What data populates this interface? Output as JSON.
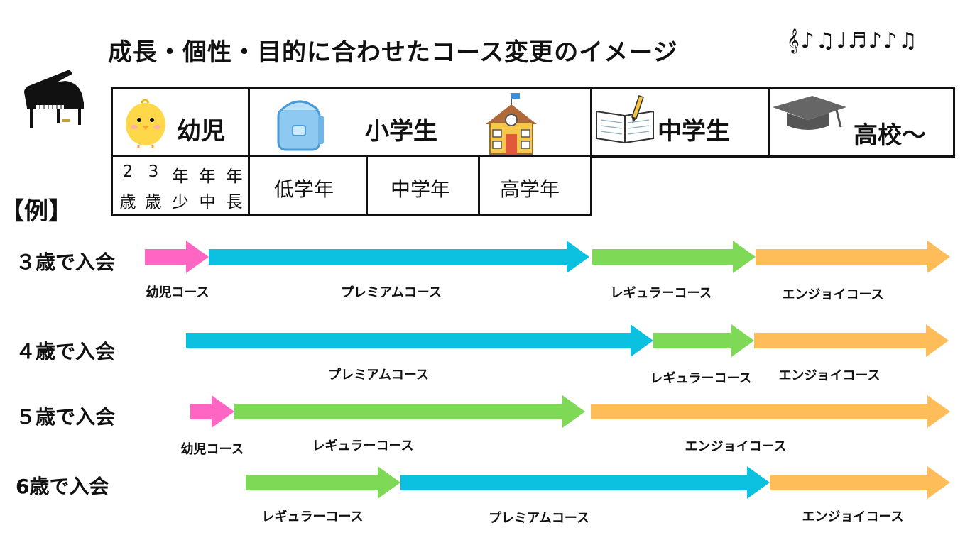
{
  "title": "成長・個性・目的に合わせたコース変更のイメージ",
  "music_notes": "𝄞♪♫♩♬♪♪♫",
  "stages": {
    "kindergarten": "幼児",
    "elementary": "小学生",
    "junior_high": "中学生",
    "high_school": "高校〜"
  },
  "kinder_grades": [
    {
      "top": "2",
      "bottom": "歳"
    },
    {
      "top": "3",
      "bottom": "歳"
    },
    {
      "top": "年",
      "bottom": "少"
    },
    {
      "top": "年",
      "bottom": "中"
    },
    {
      "top": "年",
      "bottom": "長"
    }
  ],
  "elementary_grades": [
    "低学年",
    "中学年",
    "高学年"
  ],
  "example_label": "【例】",
  "course_colors": {
    "幼児コース": "#ff66c4",
    "プレミアムコース": "#0cc0df",
    "レギュラーコース": "#7ed957",
    "エンジョイコース": "#ffbd59"
  },
  "rows": [
    {
      "label": "３歳で入会",
      "segments": [
        {
          "course": "幼児コース",
          "label": "幼児コース"
        },
        {
          "course": "プレミアムコース",
          "label": "プレミアムコース"
        },
        {
          "course": "レギュラーコース",
          "label": "レギュラーコース"
        },
        {
          "course": "エンジョイコース",
          "label": "エンジョイコース"
        }
      ]
    },
    {
      "label": "４歳で入会",
      "segments": [
        {
          "course": "プレミアムコース",
          "label": "プレミアムコース"
        },
        {
          "course": "レギュラーコース",
          "label": "レギュラーコース"
        },
        {
          "course": "エンジョイコース",
          "label": "エンジョイコース"
        }
      ]
    },
    {
      "label": "５歳で入会",
      "segments": [
        {
          "course": "幼児コース",
          "label": "幼児コース"
        },
        {
          "course": "レギュラーコース",
          "label": "レギュラーコース"
        },
        {
          "course": "エンジョイコース",
          "label": "エンジョイコース"
        }
      ]
    },
    {
      "label": "6歳で入会",
      "segments": [
        {
          "course": "レギュラーコース",
          "label": "レギュラーコース"
        },
        {
          "course": "プレミアムコース",
          "label": "プレミアムコース"
        },
        {
          "course": "エンジョイコース",
          "label": "エンジョイコース"
        }
      ]
    }
  ]
}
